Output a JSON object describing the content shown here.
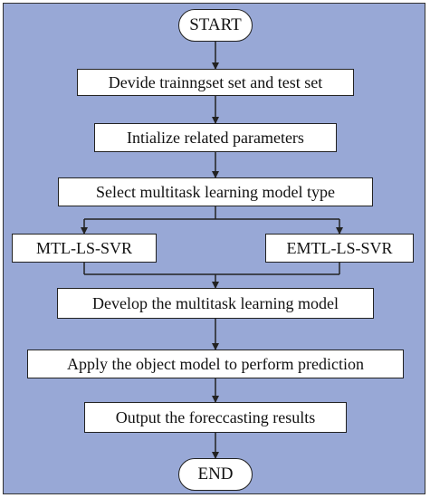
{
  "flowchart": {
    "start": "START",
    "steps": [
      "Devide trainngset set and test set",
      "Intialize related parameters",
      "Select multitask learning model type"
    ],
    "branches": [
      "MTL-LS-SVR",
      "EMTL-LS-SVR"
    ],
    "after_branch": [
      "Develop the multitask learning model",
      "Apply the object model to perform prediction",
      "Output the foreccasting results"
    ],
    "end": "END"
  },
  "colors": {
    "background": "#98a8d6",
    "box_fill": "#ffffff",
    "line": "#222222"
  }
}
